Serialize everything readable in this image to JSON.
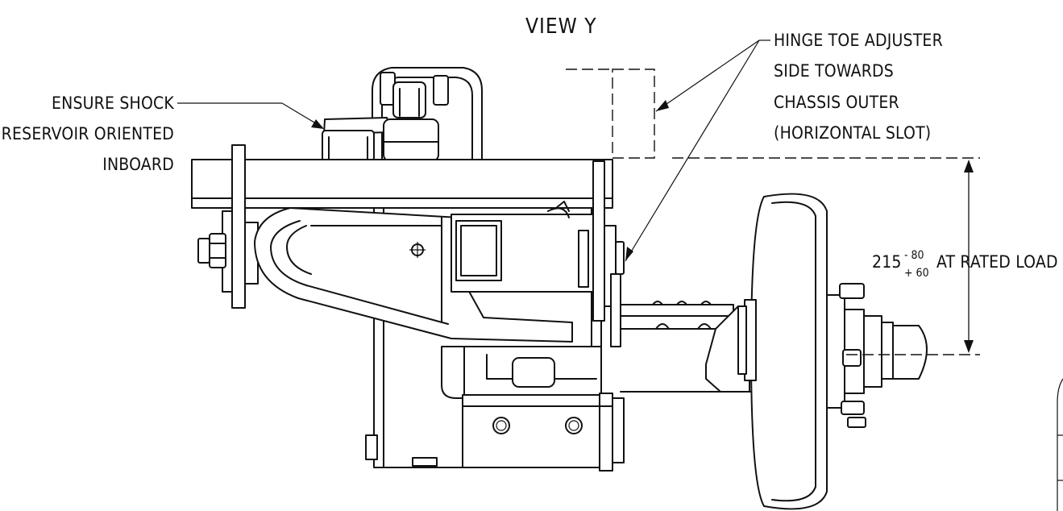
{
  "view_title": "VIEW Y",
  "notes": {
    "hinge": [
      "HINGE TOE ADJUSTER",
      "SIDE TOWARDS",
      "CHASSIS OUTER",
      "(HORIZONTAL SLOT)"
    ],
    "shock": [
      "ENSURE SHOCK",
      "RESERVOIR ORIENTED",
      "INBOARD"
    ]
  },
  "dimension": {
    "nominal": "215",
    "tol_upper": "- 80",
    "tol_lower": "+ 60",
    "suffix": "AT RATED LOAD"
  }
}
